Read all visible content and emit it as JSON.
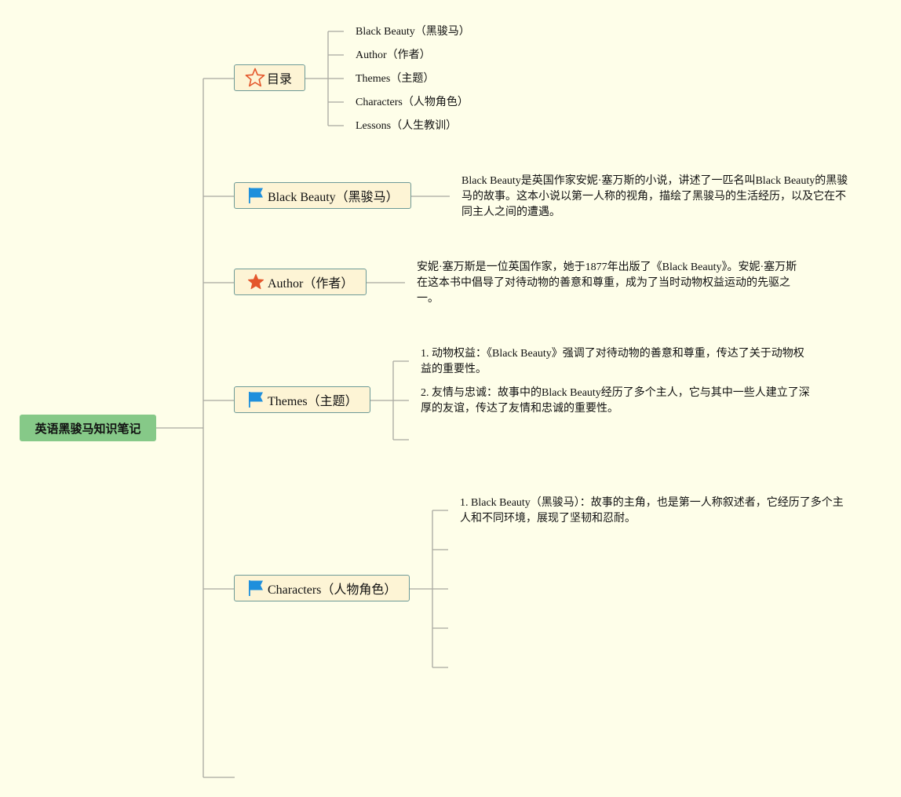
{
  "root": {
    "title": "英语黑骏马知识笔记"
  },
  "toc": {
    "label": "目录",
    "icon": "star-outline-icon",
    "items": [
      "Black Beauty（黑骏马）",
      "Author（作者）",
      "Themes（主题）",
      "Characters（人物角色）",
      "Lessons（人生教训）"
    ]
  },
  "black_beauty": {
    "label": "Black Beauty（黑骏马）",
    "icon": "blue-flag-icon",
    "note": "Black Beauty是英国作家安妮·塞万斯的小说，讲述了一匹名叫Black Beauty的黑骏马的故事。这本小说以第一人称的视角，描绘了黑骏马的生活经历，以及它在不同主人之间的遭遇。"
  },
  "author": {
    "label": "Author（作者）",
    "icon": "orange-star-icon",
    "note": "安妮·塞万斯是一位英国作家，她于1877年出版了《Black Beauty》。安妮·塞万斯在这本书中倡导了对待动物的善意和尊重，成为了当时动物权益运动的先驱之一。"
  },
  "themes": {
    "label": "Themes（主题）",
    "icon": "blue-flag-icon",
    "items": [
      "1. 动物权益：《Black Beauty》强调了对待动物的善意和尊重，传达了关于动物权益的重要性。",
      "2. 友情与忠诚：故事中的Black Beauty经历了多个主人，它与其中一些人建立了深厚的友谊，传达了友情和忠诚的重要性。"
    ]
  },
  "characters": {
    "label": "Characters（人物角色）",
    "icon": "blue-flag-icon",
    "items": [
      "1. Black Beauty（黑骏马）：故事的主角，也是第一人称叙述者，它经历了多个主人和不同环境，展现了坚韧和忍耐。"
    ]
  },
  "colors": {
    "background": "#fefee9",
    "root_fill": "#86c988",
    "topic_fill": "#fdf4d5",
    "topic_border": "#6d9a97",
    "connector": "#a9a9a0",
    "flag_blue": "#1e8fdc",
    "star_orange": "#e4562b"
  }
}
